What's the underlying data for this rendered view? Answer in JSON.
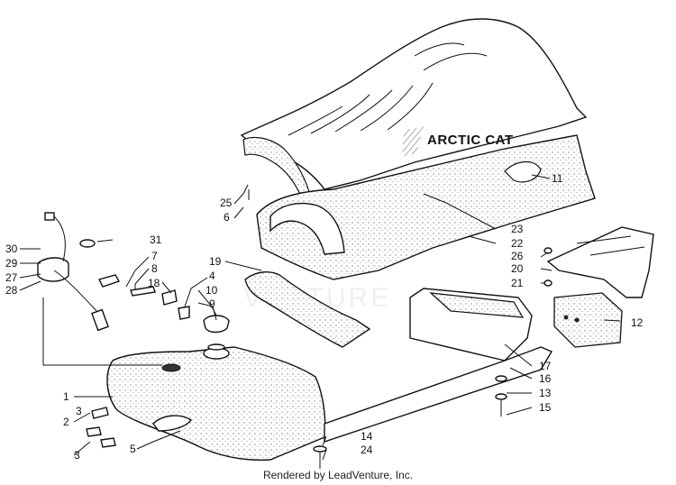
{
  "brand": "ARCTIC CAT",
  "watermark": "VENTURE",
  "footer": "Rendered by LeadVenture, Inc.",
  "callouts": {
    "c1": "1",
    "c2": "2",
    "c3a": "3",
    "c3b": "3",
    "c4": "4",
    "c5": "5",
    "c6": "6",
    "c7": "7",
    "c8": "8",
    "c9": "9",
    "c10": "10",
    "c11": "11",
    "c12": "12",
    "c13": "13",
    "c14": "14",
    "c15": "15",
    "c16": "16",
    "c17": "17",
    "c18": "18",
    "c19": "19",
    "c20": "20",
    "c21": "21",
    "c22": "22",
    "c23": "23",
    "c24": "24",
    "c25": "25",
    "c26": "26",
    "c27": "27",
    "c28": "28",
    "c29": "29",
    "c30": "30",
    "c31": "31"
  }
}
